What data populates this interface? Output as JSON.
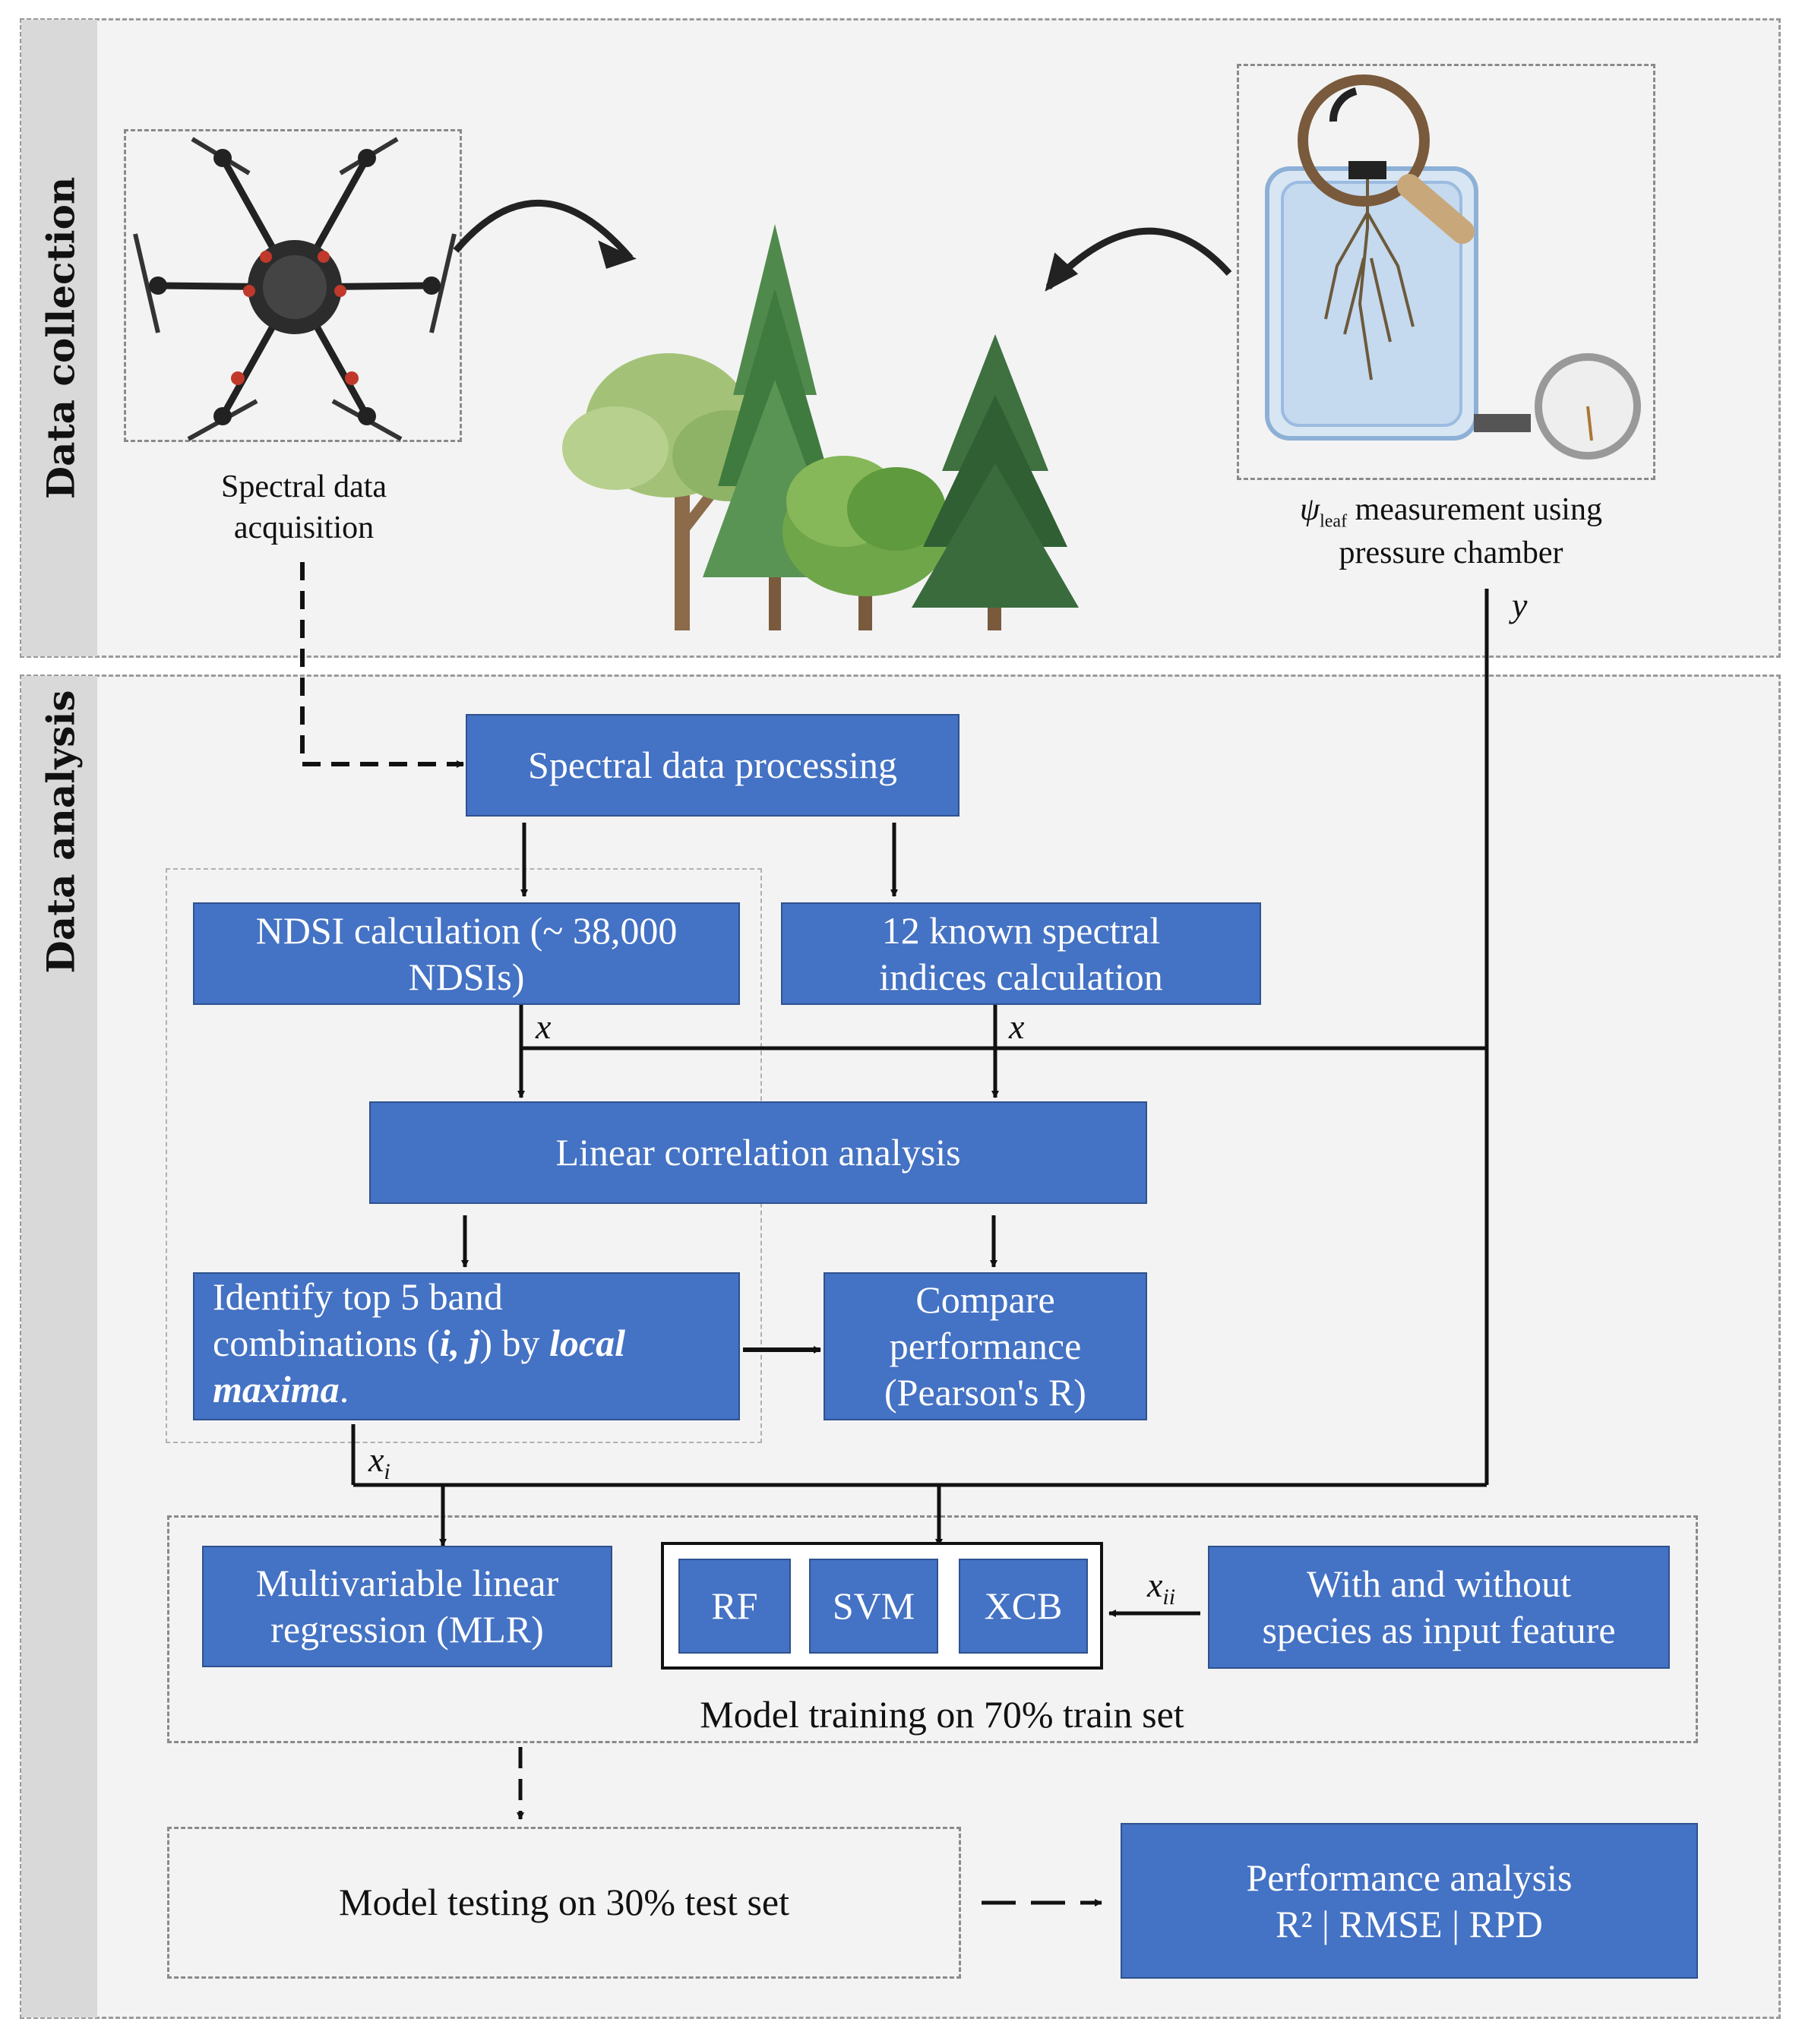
{
  "sections": {
    "collection_label": "Data collection",
    "analysis_label": "Data analysis"
  },
  "collection": {
    "drone_caption_line1": "Spectral data",
    "drone_caption_line2": "acquisition",
    "chamber_caption_symbol": "ψ",
    "chamber_caption_subscript": "leaf",
    "chamber_caption_line1_rest": " measurement using",
    "chamber_caption_line2": "pressure chamber",
    "y_label": "y"
  },
  "analysis": {
    "spectral_processing": "Spectral data processing",
    "ndsi_line1": "NDSI calculation (~ 38,000",
    "ndsi_line2": "NDSIs)",
    "known_line1": "12 known spectral",
    "known_line2": "indices calculation",
    "x_label": "x",
    "linear_corr": "Linear correlation analysis",
    "identify_line1": "Identify top 5 band",
    "identify_line2_a": "combinations (",
    "identify_line2_b": "i, j",
    "identify_line2_c": ") by ",
    "identify_line2_d": "local",
    "identify_line3": "maxima",
    "identify_line3_end": ".",
    "compare_line1": "Compare",
    "compare_line2": "performance",
    "compare_line3": "(Pearson's R)",
    "xi_base": "x",
    "xi_sub": "i",
    "mlr_line1": "Multivariable linear",
    "mlr_line2": "regression (MLR)",
    "rf": "RF",
    "svm": "SVM",
    "xgb": "XCB",
    "xii_base": "x",
    "xii_sub": "ii",
    "species_line1": "With and without",
    "species_line2": "species as input feature",
    "training_caption": "Model training on 70% train set",
    "testing_caption": "Model testing on 30% test set",
    "perf_line1": "Performance analysis",
    "perf_line2": "R² | RMSE | RPD"
  },
  "colors": {
    "box_fill": "#4472c4",
    "panel_fill": "#f3f3f3",
    "sidebar_fill": "#d9d9d9"
  }
}
